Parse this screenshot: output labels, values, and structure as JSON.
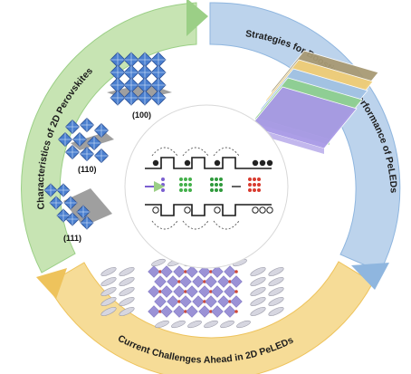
{
  "segments": [
    {
      "id": "characteristics",
      "label": "Characteristics of 2D Perovskites",
      "fill": "#c7e4b3",
      "edge": "#9bcf86"
    },
    {
      "id": "strategies",
      "label": "Strategies for Boosting the Performance of PeLEDs",
      "fill": "#bcd3ec",
      "edge": "#8fb6df"
    },
    {
      "id": "challenges",
      "label": "Current Challenges Ahead in 2D PeLEDs",
      "fill": "#f6dc97",
      "edge": "#eec35c"
    }
  ],
  "facets": [
    "(100)",
    "(110)",
    "(111)"
  ],
  "colors": {
    "octahedron": "#4a7fcf",
    "octahedron_edge": "#2a4f94",
    "spacer_plate": "#8e8e8e",
    "lattice_diamond": "#9b92d6",
    "lattice_dot": "#cf4a3a",
    "ligand": "#d6d6e0",
    "layer_colors": [
      "#a899e6",
      "#8fcf90",
      "#9fc2e8",
      "#f0cf7c",
      "#a89a74"
    ]
  }
}
